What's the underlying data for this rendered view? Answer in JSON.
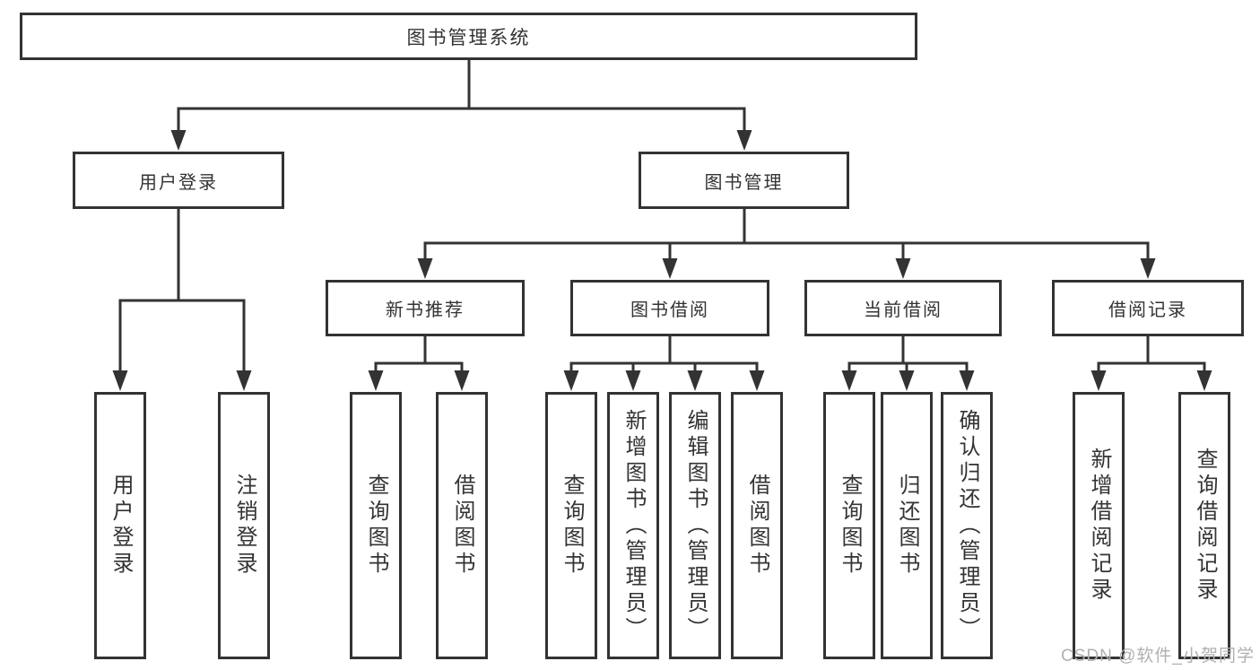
{
  "tree": {
    "label": "图书管理系统",
    "children": [
      {
        "label": "用户登录",
        "children": [
          {
            "label": "用户登录"
          },
          {
            "label": "注销登录"
          }
        ]
      },
      {
        "label": "图书管理",
        "children": [
          {
            "label": "新书推荐",
            "children": [
              {
                "label": "查询图书"
              },
              {
                "label": "借阅图书"
              }
            ]
          },
          {
            "label": "图书借阅",
            "children": [
              {
                "label": "查询图书"
              },
              {
                "label": "新增图书（管理员）"
              },
              {
                "label": "编辑图书（管理员）"
              },
              {
                "label": "借阅图书"
              }
            ]
          },
          {
            "label": "当前借阅",
            "children": [
              {
                "label": "查询图书"
              },
              {
                "label": "归还图书"
              },
              {
                "label": "确认归还（管理员）"
              }
            ]
          },
          {
            "label": "借阅记录",
            "children": [
              {
                "label": "新增借阅记录"
              },
              {
                "label": "查询借阅记录"
              }
            ]
          }
        ]
      }
    ]
  },
  "watermark": {
    "text": "CSDN @软件_小贺同学"
  },
  "colors": {
    "line": "#333333",
    "box_border": "#333333",
    "text": "#333333",
    "watermark": "#b0b0b0",
    "background": "#ffffff"
  }
}
